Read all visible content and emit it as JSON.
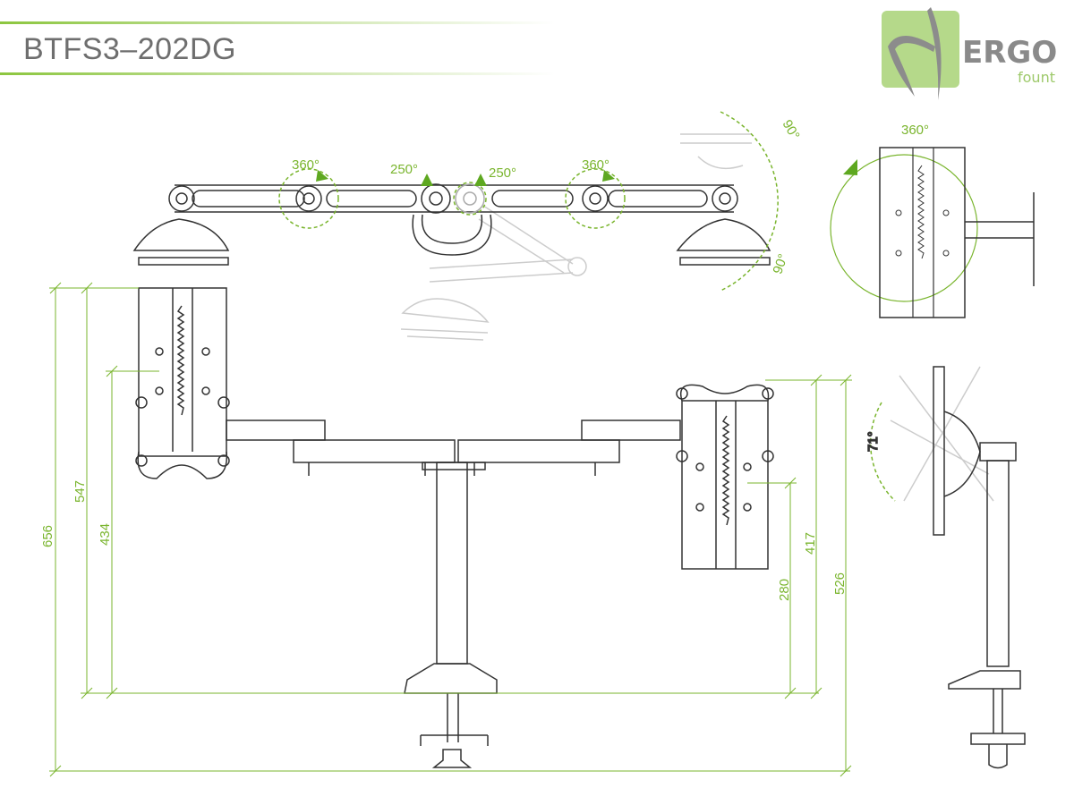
{
  "header": {
    "title": "BTFS3–202DG"
  },
  "logo": {
    "brand": "ERGO",
    "sub": "fount",
    "bg_color": "#b5d98a"
  },
  "colors": {
    "dimension": "#7ab52e",
    "line": "#333333",
    "ghost": "#c8c8c8"
  },
  "top_view": {
    "angles": [
      "360°",
      "250°",
      "250°",
      "360°",
      "90°",
      "90°"
    ]
  },
  "tilt_view": {
    "rotation": "360°"
  },
  "side_view": {
    "tilt": "71°"
  },
  "dimensions": {
    "overall_height": "656",
    "left_upper": "547",
    "left_lower": "434",
    "right_upper": "417",
    "right_lower": "280",
    "right_overall": "526"
  }
}
